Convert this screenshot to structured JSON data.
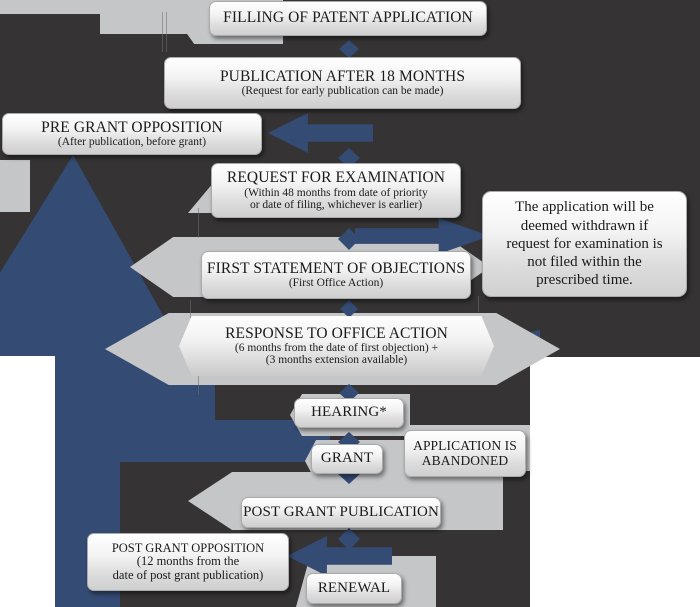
{
  "meta": {
    "title": "Indian Patent Application Process Flowchart",
    "palette": {
      "dark": "#353333",
      "blue": "#344b74",
      "grey": "#c4c6c8",
      "box_face": "#f1f1f1",
      "text": "#1b1b1b",
      "white": "#ffffff"
    }
  },
  "nodes": {
    "filing": {
      "title": "FILLING OF PATENT APPLICATION",
      "subtitle": ""
    },
    "publication": {
      "title": "PUBLICATION AFTER 18 MONTHS",
      "subtitle": "(Request for early publication can be made)"
    },
    "pre_grant_opposition": {
      "title": "PRE GRANT OPPOSITION",
      "subtitle": "(After publication, before grant)"
    },
    "request_examination": {
      "title": "REQUEST FOR EXAMINATION",
      "subtitle": "(Within 48 months from date of priority",
      "subtitle2": "or date of filing, whichever is earlier)"
    },
    "withdrawn_note": {
      "line1": "The application will be",
      "line2": "deemed withdrawn if",
      "line3": "request for examination is",
      "line4": "not filed within the",
      "line5": "prescribed time."
    },
    "first_statement": {
      "title": "FIRST STATEMENT OF OBJECTIONS",
      "subtitle": "(First Office Action)"
    },
    "response_office_action": {
      "title": "RESPONSE TO OFFICE ACTION",
      "subtitle": "(6 months from the date of first objection) +",
      "subtitle2": "(3 months extension available)"
    },
    "hearing": {
      "title": "HEARING*"
    },
    "grant": {
      "title": "GRANT"
    },
    "abandoned": {
      "line1": "APPLICATION IS",
      "line2": "ABANDONED"
    },
    "post_grant_publication": {
      "title": "POST GRANT PUBLICATION"
    },
    "post_grant_opposition": {
      "title": "POST GRANT OPPOSITION",
      "subtitle": "(12 months from the",
      "subtitle2": "date of post grant publication)"
    },
    "renewal": {
      "title": "RENEWAL"
    }
  },
  "connectors": {
    "diamond_filing_to_publication": "diamond-down",
    "arrow_publication_to_pre_grant": "arrow-left",
    "diamond_publication_to_request": "diamond-down",
    "arrow_request_to_note": "arrow-right",
    "diamond_request_to_first_statement": "diamond-down",
    "diamond_first_statement_to_response": "diamond-down",
    "diamond_response_to_hearing": "diamond-down",
    "diamond_hearing_to_grant": "diamond-down",
    "diamond_grant_to_post_grant_publication": "diamond-down",
    "diamond_post_grant_publication_to_renewal": "diamond-down",
    "arrow_renewal_to_post_grant_opposition": "arrow-left"
  }
}
